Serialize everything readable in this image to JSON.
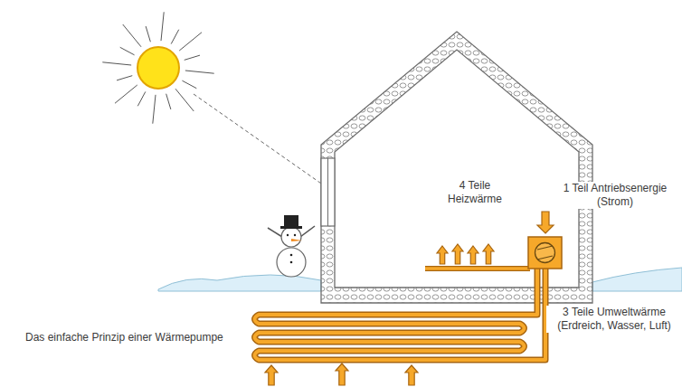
{
  "diagram": {
    "caption": "Das einfache Prinzip einer Wärmepumpe",
    "labels": [
      "1 Teil Antriebsenergie (Strom)",
      "4 Teile Heizwärme",
      "3 Teile Umweltwärme (Erdreich, Wasser, Luft)"
    ]
  }
}
